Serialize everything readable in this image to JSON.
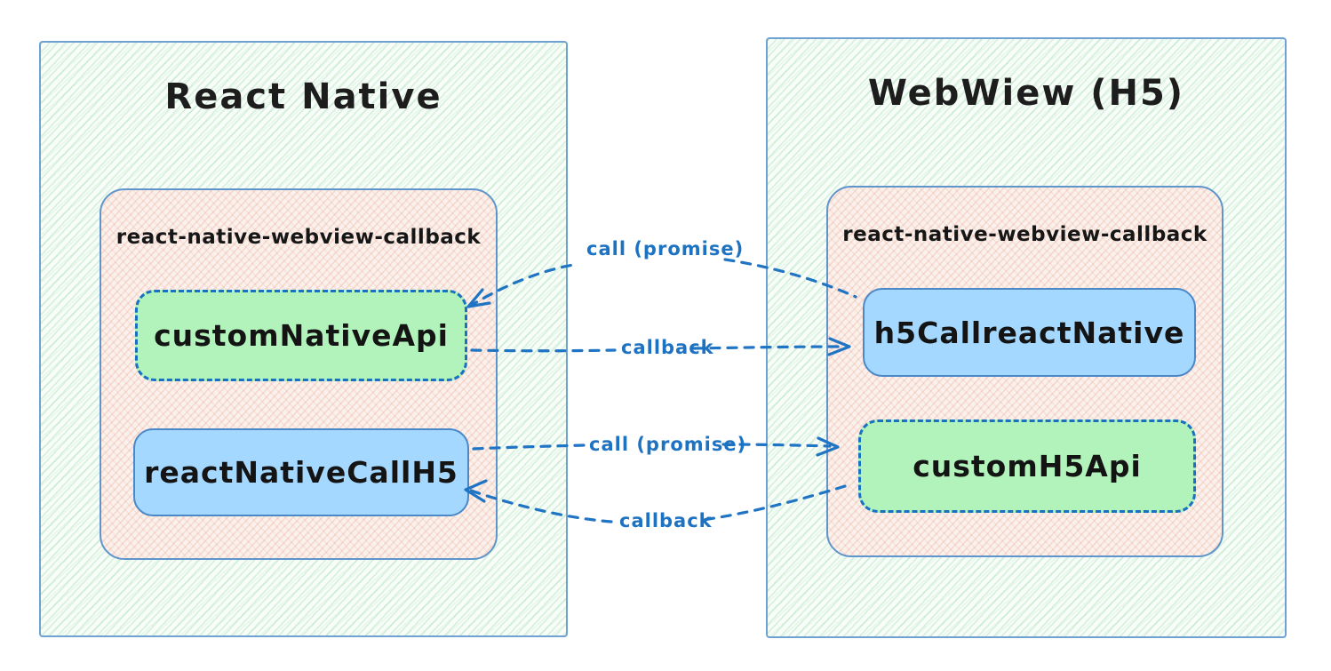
{
  "diagram": {
    "left_panel": {
      "title": "React Native",
      "package": {
        "label": "react-native-webview-callback",
        "nodes": [
          {
            "label": "customNativeApi",
            "style": "green-dashed"
          },
          {
            "label": "reactNativeCallH5",
            "style": "blue-solid"
          }
        ]
      }
    },
    "right_panel": {
      "title": "WebWiew (H5)",
      "package": {
        "label": "react-native-webview-callback",
        "nodes": [
          {
            "label": "h5CallreactNative",
            "style": "blue-solid"
          },
          {
            "label": "customH5Api",
            "style": "green-dashed"
          }
        ]
      }
    },
    "arrows": [
      {
        "label": "call (promise)",
        "from": "h5CallreactNative",
        "to": "customNativeApi",
        "direction": "right-to-left"
      },
      {
        "label": "callback",
        "from": "customNativeApi",
        "to": "h5CallreactNative",
        "direction": "left-to-right"
      },
      {
        "label": "call (promise)",
        "from": "reactNativeCallH5",
        "to": "customH5Api",
        "direction": "left-to-right"
      },
      {
        "label": "callback",
        "from": "customH5Api",
        "to": "reactNativeCallH5",
        "direction": "right-to-left"
      }
    ],
    "colors": {
      "arrow_blue": "#1f74c4",
      "dashed_border_blue": "#1971c2",
      "solid_border_blue": "#4a88c7",
      "panel_border_blue": "#6fa2d2",
      "node_green": "#b2f2bb",
      "node_blue": "#a5d8ff",
      "panel_green_tint": "#f0faf2",
      "package_pink_tint": "#faf1ec",
      "text_black": "#1d1d1d"
    }
  }
}
